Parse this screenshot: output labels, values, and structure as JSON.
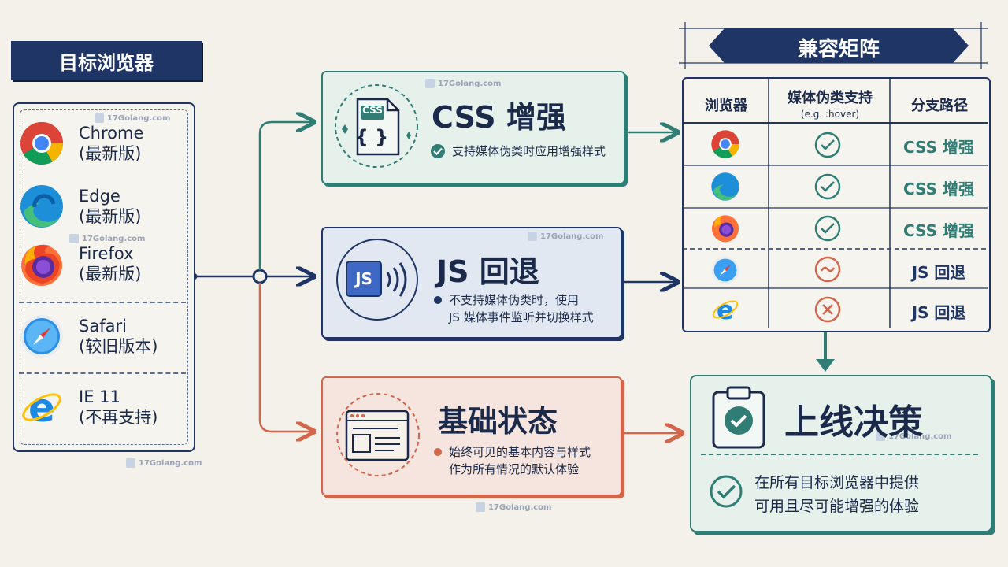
{
  "left": {
    "title": "目标浏览器",
    "browsers": [
      {
        "icon": "chrome-icon",
        "name": "Chrome",
        "note": "(最新版)"
      },
      {
        "icon": "edge-icon",
        "name": "Edge",
        "note": "(最新版)"
      },
      {
        "icon": "firefox-icon",
        "name": "Firefox",
        "note": "(最新版)"
      },
      {
        "icon": "safari-icon",
        "name": "Safari",
        "note": "(较旧版本)"
      },
      {
        "icon": "ie-icon",
        "name": "IE 11",
        "note": "(不再支持)"
      }
    ]
  },
  "cards": {
    "css": {
      "icon_label": "CSS",
      "icon_braces": "{ }",
      "title": "CSS 增强",
      "desc": "支持媒体伪类时应用增强样式"
    },
    "js": {
      "icon_label": "JS",
      "title": "JS 回退",
      "desc_line1": "不支持媒体伪类时，使用",
      "desc_line2": "JS 媒体事件监听并切换样式"
    },
    "base": {
      "title": "基础状态",
      "desc_line1": "始终可见的基本内容与样式",
      "desc_line2": "作为所有情况的默认体验"
    }
  },
  "matrix": {
    "title": "兼容矩阵",
    "headers": {
      "browser": "浏览器",
      "support": "媒体伪类支持",
      "support_sub": "(e.g. :hover)",
      "branch": "分支路径"
    },
    "rows": [
      {
        "browser_icon": "chrome-icon",
        "support": "yes",
        "branch": "CSS 增强"
      },
      {
        "browser_icon": "edge-icon",
        "support": "yes",
        "branch": "CSS 增强"
      },
      {
        "browser_icon": "firefox-icon",
        "support": "yes",
        "branch": "CSS 增强"
      },
      {
        "browser_icon": "safari-icon",
        "support": "partial",
        "branch": "JS 回退"
      },
      {
        "browser_icon": "ie-icon",
        "support": "no",
        "branch": "JS 回退"
      }
    ]
  },
  "decision": {
    "title": "上线决策",
    "desc_line1": "在所有目标浏览器中提供",
    "desc_line2": "可用且尽可能增强的体验"
  },
  "watermark": "17Golang.com",
  "colors": {
    "navy": "#1f3566",
    "teal": "#2f7d75",
    "coral": "#d2654a",
    "bg": "#f3f1ea"
  }
}
